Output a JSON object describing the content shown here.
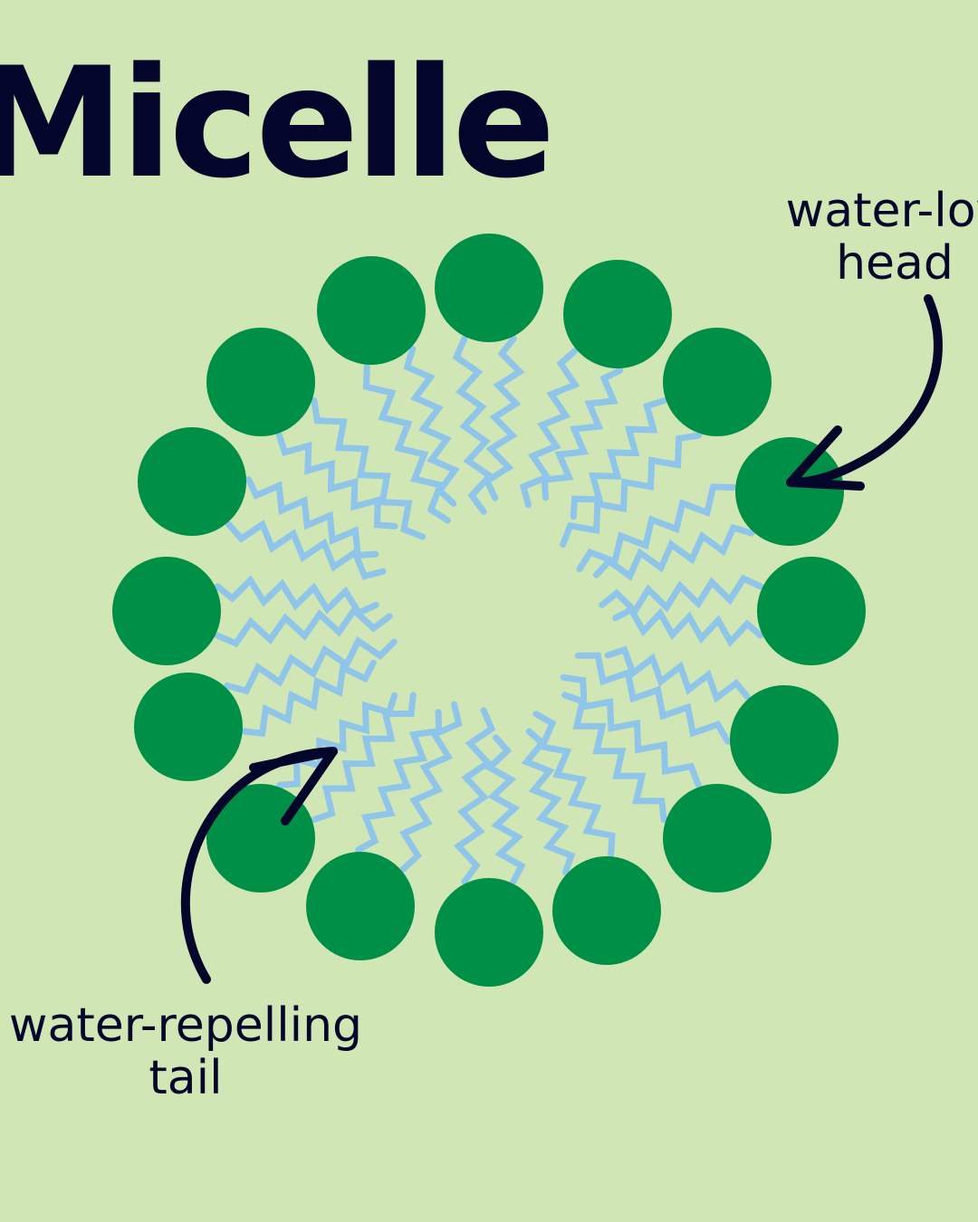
{
  "title": "Micelle",
  "labels": {
    "head": {
      "line1": "water-lov",
      "line2": "head"
    },
    "tail": {
      "line1": "water-repelling",
      "line2": "tail"
    }
  },
  "colors": {
    "background": "#d1e6b5",
    "head": "#008f46",
    "tail": "#8ec5e8",
    "ink": "#03052a"
  }
}
